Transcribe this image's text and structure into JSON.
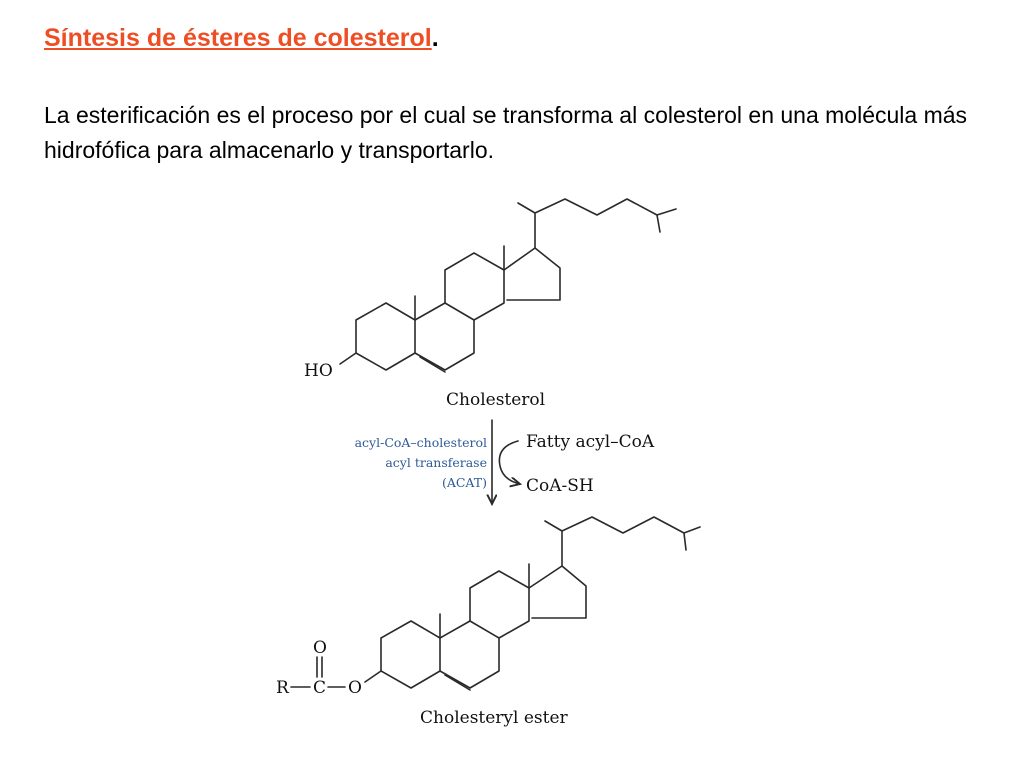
{
  "slide": {
    "title": "Síntesis de ésteres de colesterol",
    "title_suffix": ".",
    "paragraph": "La esterificación es el proceso por el cual se transforma al colesterol en una molécula más hidrofófica para almacenarlo y transportarlo."
  },
  "scheme": {
    "cholesterol": {
      "name": "Cholesterol",
      "hydroxyl_label": "HO"
    },
    "reaction": {
      "enzyme_line1": "acyl-CoA–cholesterol",
      "enzyme_line2": "acyl transferase",
      "enzyme_line3": "(ACAT)",
      "reactant_in": "Fatty acyl–CoA",
      "product_out": "CoA-SH",
      "enzyme_color": "#2e5a98"
    },
    "ester": {
      "name": "Cholesteryl ester",
      "r_label": "R",
      "c_label": "C",
      "o_carbonyl_label": "O",
      "o_ester_label": "O"
    }
  },
  "colors": {
    "title_accent": "#ee4e24"
  }
}
